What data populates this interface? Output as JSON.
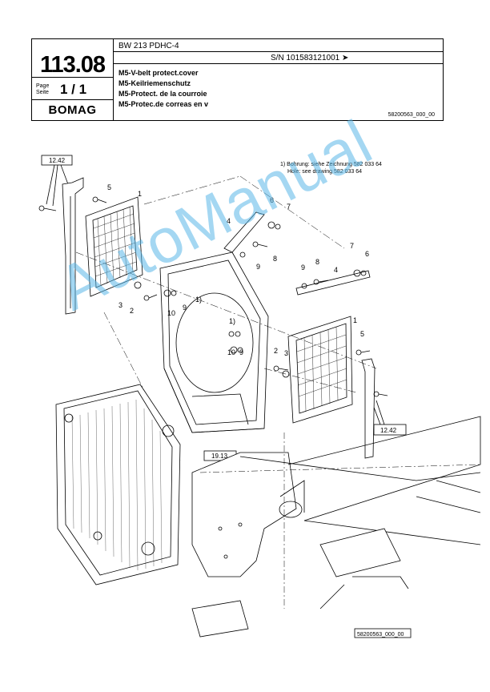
{
  "header": {
    "model": "BW 213 PDHC-4",
    "serial": "S/N 101583121001  ➤",
    "page_number": "113.08",
    "page_label_1": "Page",
    "page_label_2": "Seite",
    "page_value": "1 / 1",
    "logo": "BOMAG",
    "titles": [
      "M5-V-belt protect.cover",
      "M5-Keilriemenschutz",
      "M5-Protect. de la courroie",
      "M5-Protec.de correas en v"
    ],
    "drawing_number": "58200563_000_00"
  },
  "drawing": {
    "note_de": "1) Bohrung: siehe Zeichnung 582 033 64",
    "note_en": "Hole: see drawing 582 033 64",
    "ref_boxes": [
      "12.42",
      "12.42",
      "19.13"
    ],
    "callouts": [
      "1",
      "2",
      "3",
      "4",
      "5",
      "6",
      "7",
      "8",
      "9",
      "10",
      "1)"
    ],
    "drawing_id_box": "58200563_000_00"
  },
  "watermark": "AutoManual"
}
